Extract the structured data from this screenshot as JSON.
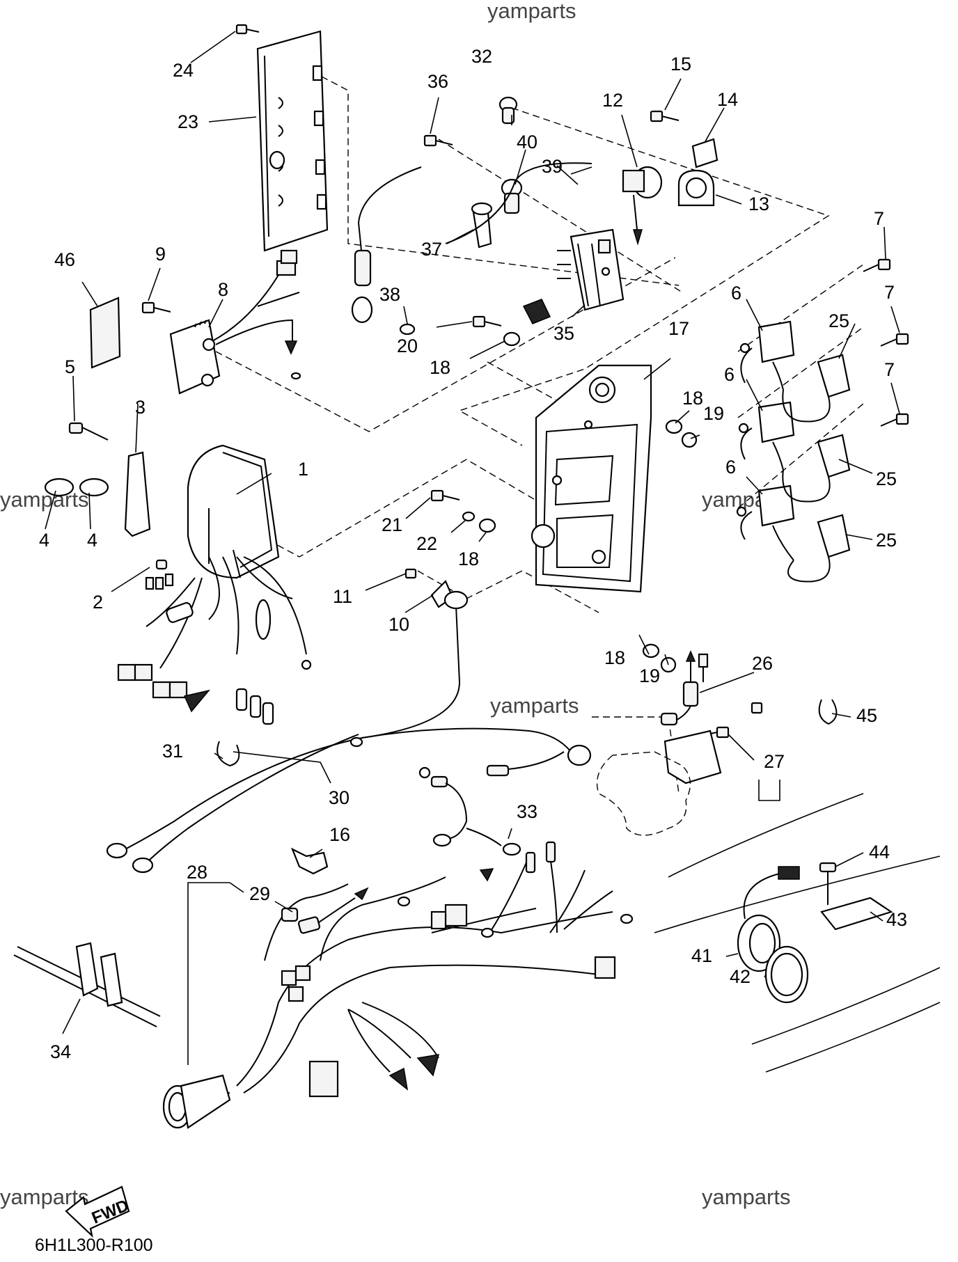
{
  "watermarks": [
    {
      "text": "yamparts"
    },
    {
      "text": "yamparts"
    },
    {
      "text": "yamparts"
    },
    {
      "text": "yamparts"
    },
    {
      "text": "yamparts"
    },
    {
      "text": "yamparts"
    }
  ],
  "drawing_code": "6H1L300-R100",
  "direction_arrow": {
    "label": "FWD"
  },
  "part_callouts": [
    "1",
    "2",
    "3",
    "4",
    "4",
    "5",
    "6",
    "6",
    "6",
    "7",
    "7",
    "7",
    "8",
    "9",
    "10",
    "11",
    "12",
    "13",
    "14",
    "15",
    "16",
    "17",
    "18",
    "18",
    "18",
    "18",
    "19",
    "19",
    "20",
    "21",
    "22",
    "23",
    "24",
    "25",
    "25",
    "25",
    "26",
    "27",
    "28",
    "29",
    "30",
    "31",
    "32",
    "33",
    "34",
    "35",
    "36",
    "37",
    "38",
    "39",
    "40",
    "41",
    "42",
    "43",
    "44",
    "45",
    "46"
  ]
}
